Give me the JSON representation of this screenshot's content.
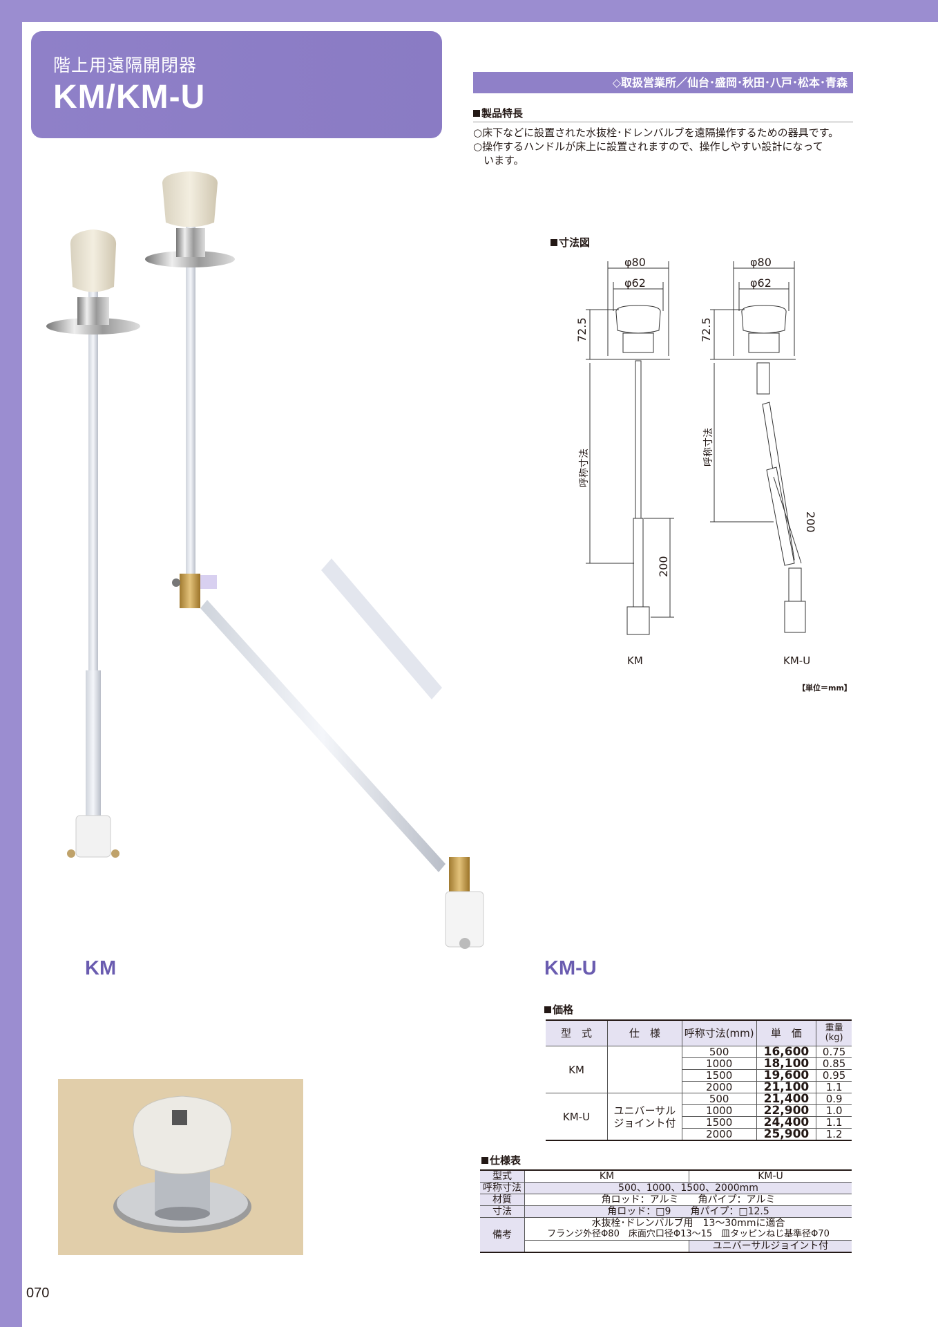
{
  "header": {
    "subtitle": "階上用遠隔開閉器",
    "title": "KM/KM-U",
    "offices": "◇取扱営業所／仙台･盛岡･秋田･八戸･松本･青森"
  },
  "features": {
    "heading": "製品特長",
    "items": [
      "○床下などに設置された水抜栓･ドレンバルブを遠隔操作するための器具です。",
      "○操作するハンドルが床上に設置されますので、操作しやすい設計になって",
      "　います。"
    ]
  },
  "photos": {
    "km_label": "KM",
    "kmu_label": "KM-U"
  },
  "dimensions": {
    "heading": "寸法図",
    "phi80": "φ80",
    "phi62": "φ62",
    "height_top": "72.5",
    "nominal": "呼称寸法",
    "length_200": "200",
    "km_caption": "KM",
    "kmu_caption": "KM-U",
    "unit_note": "【単位＝mm】"
  },
  "price": {
    "heading": "価格",
    "headers": [
      "型　式",
      "仕　様",
      "呼称寸法(mm)",
      "単　価",
      "重量(kg)"
    ],
    "groups": [
      {
        "model": "KM",
        "spec": "",
        "rows": [
          {
            "size": "500",
            "price": "16,600",
            "weight": "0.75"
          },
          {
            "size": "1000",
            "price": "18,100",
            "weight": "0.85"
          },
          {
            "size": "1500",
            "price": "19,600",
            "weight": "0.95"
          },
          {
            "size": "2000",
            "price": "21,100",
            "weight": "1.1"
          }
        ]
      },
      {
        "model": "KM-U",
        "spec": "ユニバーサル ジョイント付",
        "rows": [
          {
            "size": "500",
            "price": "21,400",
            "weight": "0.9"
          },
          {
            "size": "1000",
            "price": "22,900",
            "weight": "1.0"
          },
          {
            "size": "1500",
            "price": "24,400",
            "weight": "1.1"
          },
          {
            "size": "2000",
            "price": "25,900",
            "weight": "1.2"
          }
        ]
      }
    ]
  },
  "spec": {
    "heading": "仕様表",
    "model_label": "型式",
    "model_km": "KM",
    "model_kmu": "KM-U",
    "size_label": "呼称寸法",
    "size_value": "500、1000、1500、2000mm",
    "material_label": "材質",
    "material_value": "角ロッド：アルミ　　角パイプ：アルミ",
    "dim_label": "寸法",
    "dim_value": "角ロッド：□9　　角パイプ：□12.5",
    "note_label": "備考",
    "note_line1": "水抜栓･ドレンバルブ用　13～30mmに適合",
    "note_line2": "フランジ外径Φ80　床面穴口径Φ13～15　皿タッピンねじ基準径Φ70",
    "note_line3": "ユニバーサルジョイント付"
  },
  "page_number": "070"
}
